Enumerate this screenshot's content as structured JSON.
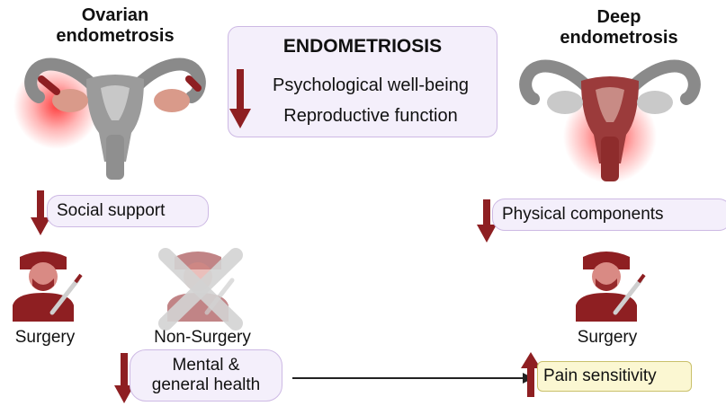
{
  "ovarian": {
    "title_line1": "Ovarian",
    "title_line2": "endometrosis",
    "finding": "Social support",
    "finding_direction": "decrease"
  },
  "deep": {
    "title_line1": "Deep",
    "title_line2": "endometrosis",
    "finding": "Physical components",
    "finding_direction": "decrease"
  },
  "center_box": {
    "title": "ENDOMETRIOSIS",
    "items": [
      "Psychological well-being",
      "Reproductive function"
    ],
    "direction": "decrease"
  },
  "surgery_left": {
    "label": "Surgery"
  },
  "non_surgery": {
    "label": "Non-Surgery",
    "finding_line1": "Mental &",
    "finding_line2": "general health",
    "finding_direction": "decrease"
  },
  "surgery_right": {
    "label": "Surgery",
    "finding": "Pain sensitivity",
    "finding_direction": "increase"
  },
  "colors": {
    "arrow": "#8e1f22",
    "pill_bg": "#f4effb",
    "pill_border": "#cdb9e4",
    "uterus": "#9b9b9b",
    "uterus_deep": "#9b3b3b",
    "surgeon": "#8e1f22",
    "highlight_box": "#fbf7d2",
    "highlight_border": "#c9c06a",
    "glow": "#ff2a2a"
  }
}
